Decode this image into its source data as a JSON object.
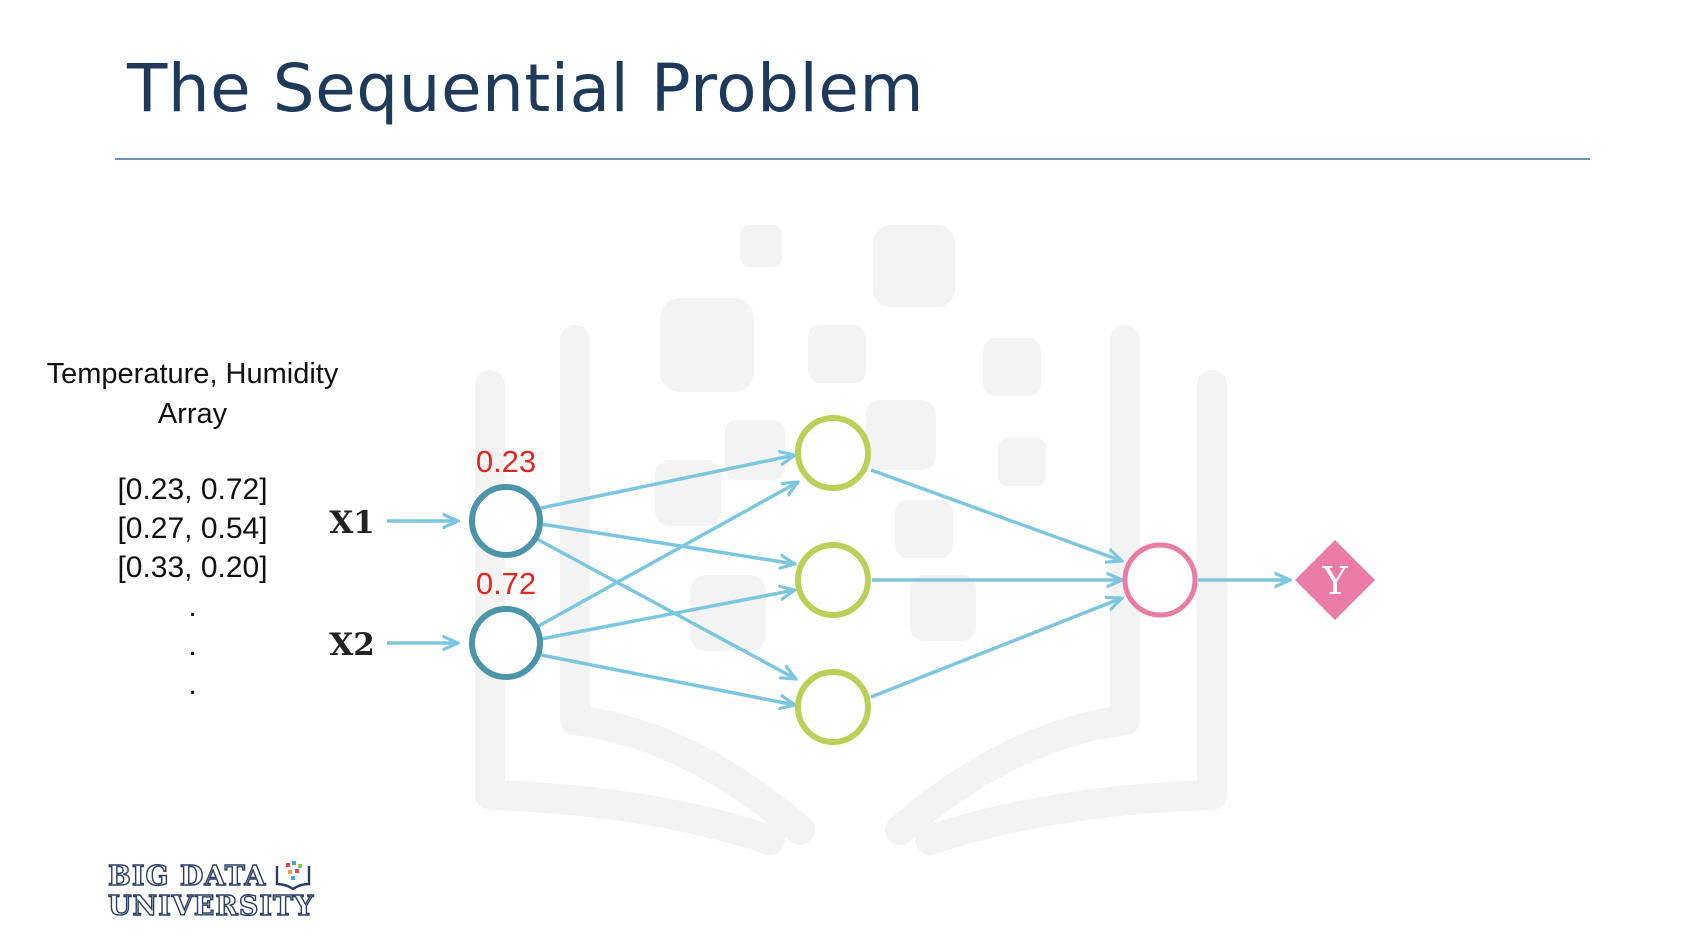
{
  "title": "The Sequential Problem",
  "input_caption": [
    "Temperature, Humidity",
    "Array"
  ],
  "input_rows": [
    "[0.23, 0.72]",
    "[0.27, 0.54]",
    "[0.33, 0.20]",
    ".",
    ".",
    "."
  ],
  "network": {
    "inputs": [
      {
        "label": "X1",
        "value": "0.23"
      },
      {
        "label": "X2",
        "value": "0.72"
      }
    ],
    "hidden_count": 3,
    "output_label": "Y"
  },
  "logo": {
    "line1": "BIG DATA",
    "line2": "UNIVERSITY"
  },
  "colors": {
    "title": "#1e3a5a",
    "edge": "#7cc6df",
    "input_node": "#4a96a8",
    "hidden_node": "#bcd059",
    "output_node": "#ea7ba2",
    "value_text": "#e3261f",
    "watermark": "#f2f2f2"
  }
}
